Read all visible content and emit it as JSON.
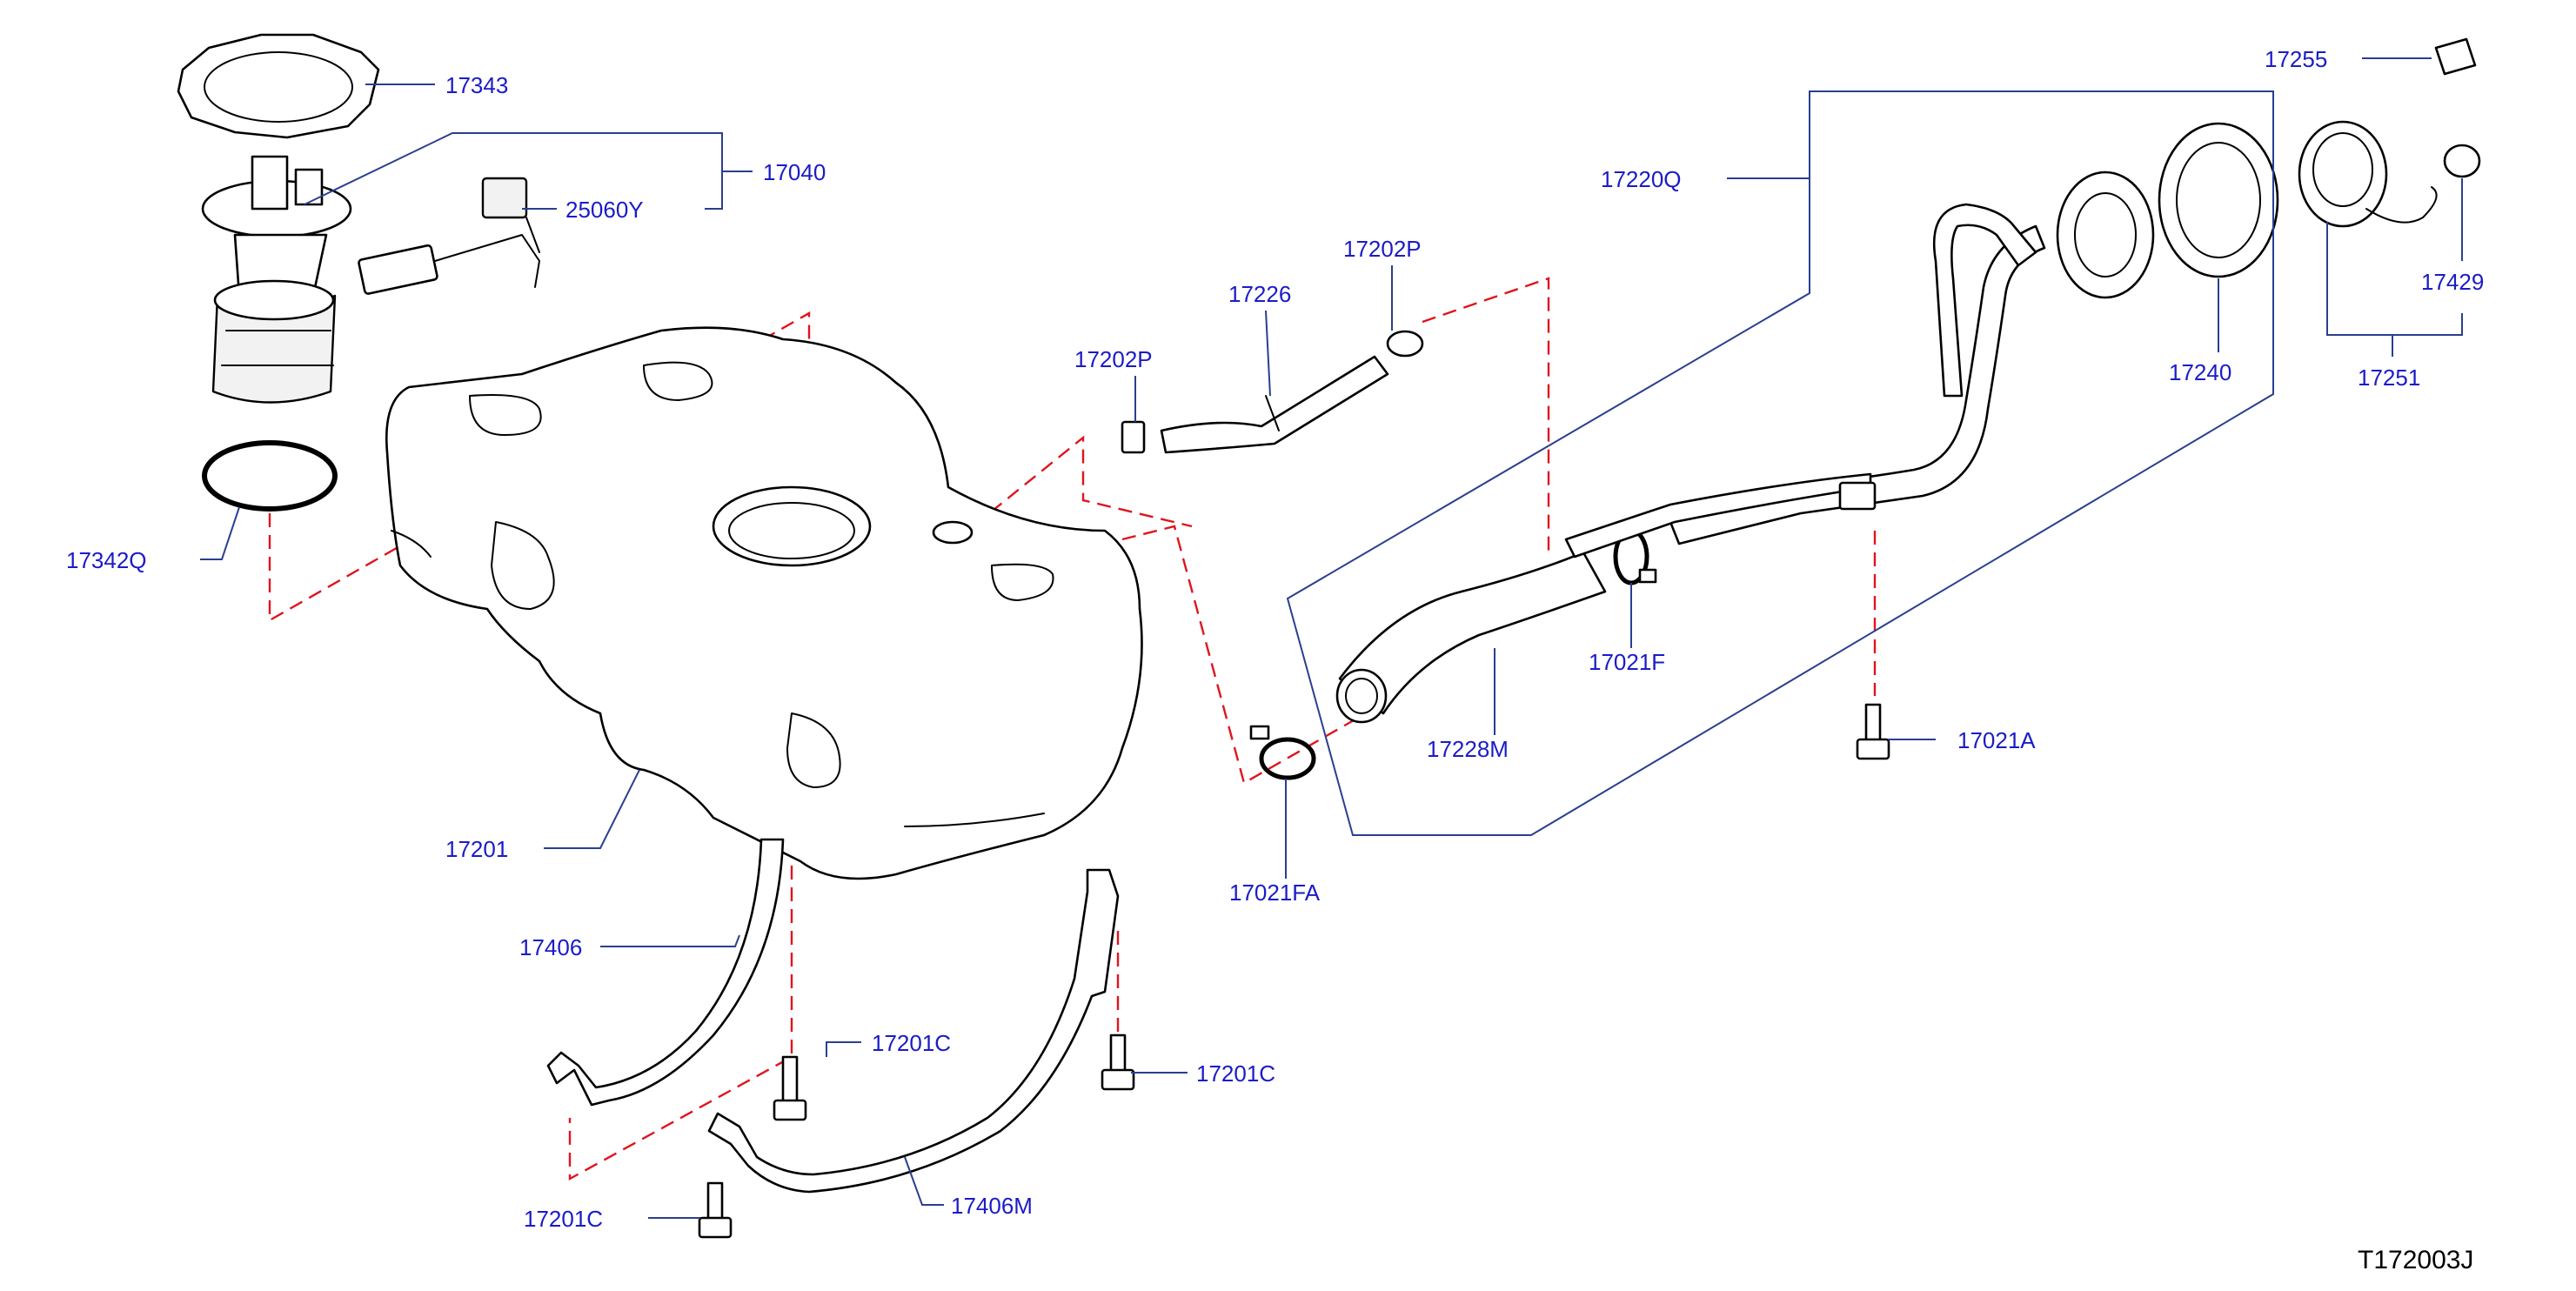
{
  "colors": {
    "label": "#1b1bc8",
    "leader": "#2a3f8f",
    "dashed_guide": "#e0141e",
    "outline": "#000000"
  },
  "labels": [
    {
      "id": "17343",
      "text": "17343"
    },
    {
      "id": "17040",
      "text": "17040"
    },
    {
      "id": "25060Y",
      "text": "25060Y"
    },
    {
      "id": "17342Q",
      "text": "17342Q"
    },
    {
      "id": "17201",
      "text": "17201"
    },
    {
      "id": "17406",
      "text": "17406"
    },
    {
      "id": "17201C_a",
      "text": "17201C"
    },
    {
      "id": "17201C_b",
      "text": "17201C"
    },
    {
      "id": "17201C_c",
      "text": "17201C"
    },
    {
      "id": "17406M",
      "text": "17406M"
    },
    {
      "id": "17202P_a",
      "text": "17202P"
    },
    {
      "id": "17226",
      "text": "17226"
    },
    {
      "id": "17202P_b",
      "text": "17202P"
    },
    {
      "id": "17021FA",
      "text": "17021FA"
    },
    {
      "id": "17228M",
      "text": "17228M"
    },
    {
      "id": "17021F",
      "text": "17021F"
    },
    {
      "id": "17220Q",
      "text": "17220Q"
    },
    {
      "id": "17021A",
      "text": "17021A"
    },
    {
      "id": "17240",
      "text": "17240"
    },
    {
      "id": "17255",
      "text": "17255"
    },
    {
      "id": "17429",
      "text": "17429"
    },
    {
      "id": "17251",
      "text": "17251"
    }
  ],
  "diagram_code": "T172003J"
}
